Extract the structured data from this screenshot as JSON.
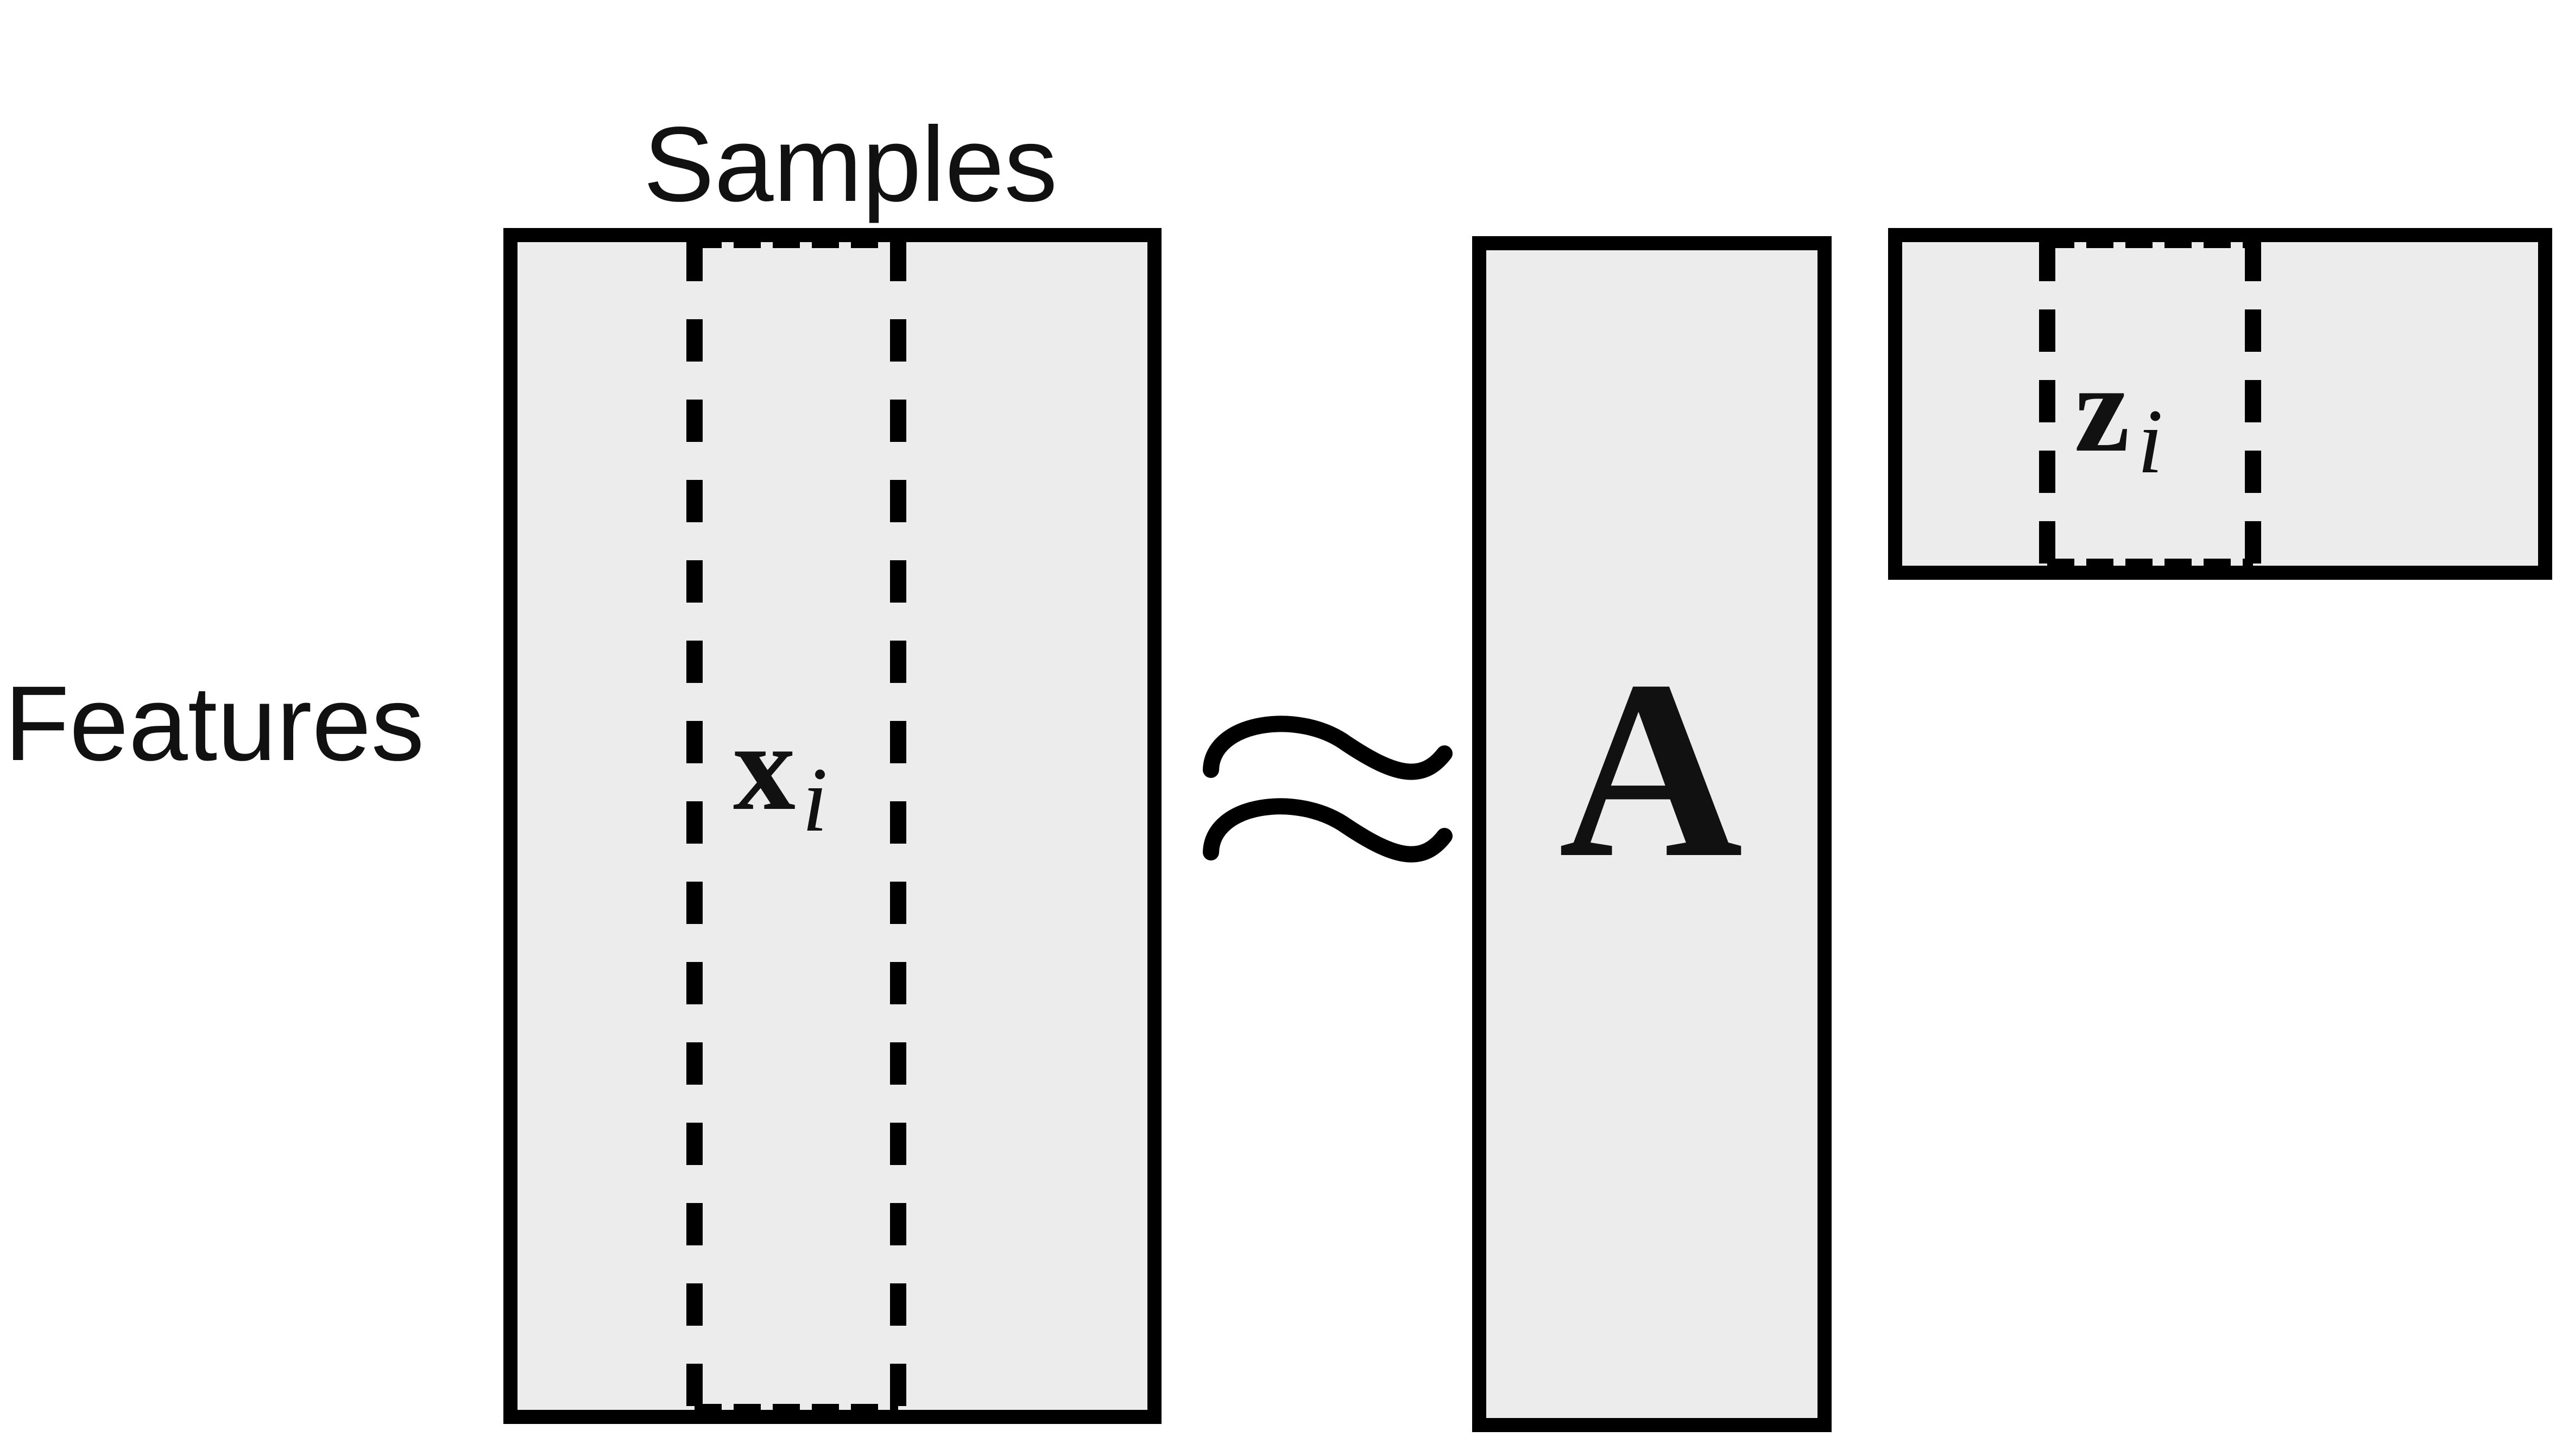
{
  "labels": {
    "samples": "Samples",
    "features": "Features"
  },
  "equation": {
    "lhs_matrix_symbol": "x",
    "lhs_subscript": "i",
    "relation": "≈",
    "factor_matrix_symbol": "A",
    "code_vector_symbol": "z",
    "code_subscript": "i"
  },
  "colors": {
    "matrix_fill": "#ececec",
    "stroke": "#000000",
    "text": "#111111"
  }
}
